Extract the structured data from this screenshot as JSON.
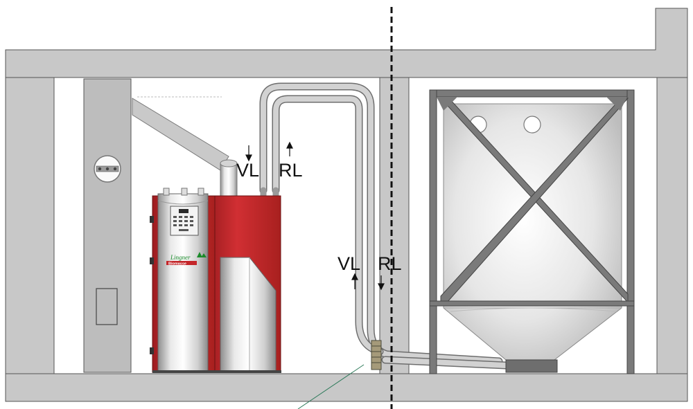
{
  "diagram": {
    "type": "heating-installation-schematic",
    "labels": {
      "vl_upper": "VL",
      "rl_upper": "RL",
      "vl_lower": "VL",
      "rl_lower": "RL"
    },
    "boiler": {
      "brand_line1": "Lingner",
      "brand_line2": "Biomasse"
    },
    "colors": {
      "wall": "#c8c8c8",
      "boiler_red": "#c4262a",
      "pipe": "#b9b9b9",
      "silo_frame": "#7a7a7a"
    }
  }
}
